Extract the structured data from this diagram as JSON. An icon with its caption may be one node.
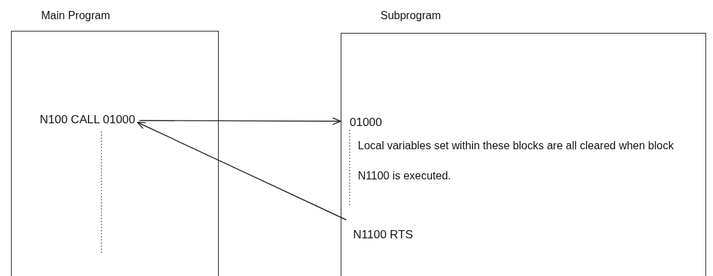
{
  "diagram": {
    "nodes": [
      {
        "text": [
          "Main Program"
        ]
      },
      {
        "text": [
          "N100 CALL 01000"
        ],
        "in": 0
      },
      {
        "text": [
          "Subprogram"
        ]
      },
      {
        "text": [
          "01000"
        ],
        "in": 2
      },
      {
        "text": [
          "Local variables set within these blocks are all cleared when block N1100 is executed."
        ],
        "in": 2
      },
      {
        "text": [
          "N1100 RTS"
        ],
        "in": 2
      }
    ],
    "edges": [
      {
        "from": 1,
        "to": 3,
        "arrow": "to"
      },
      {
        "from": 5,
        "to": 1,
        "arrow": "to"
      }
    ]
  }
}
